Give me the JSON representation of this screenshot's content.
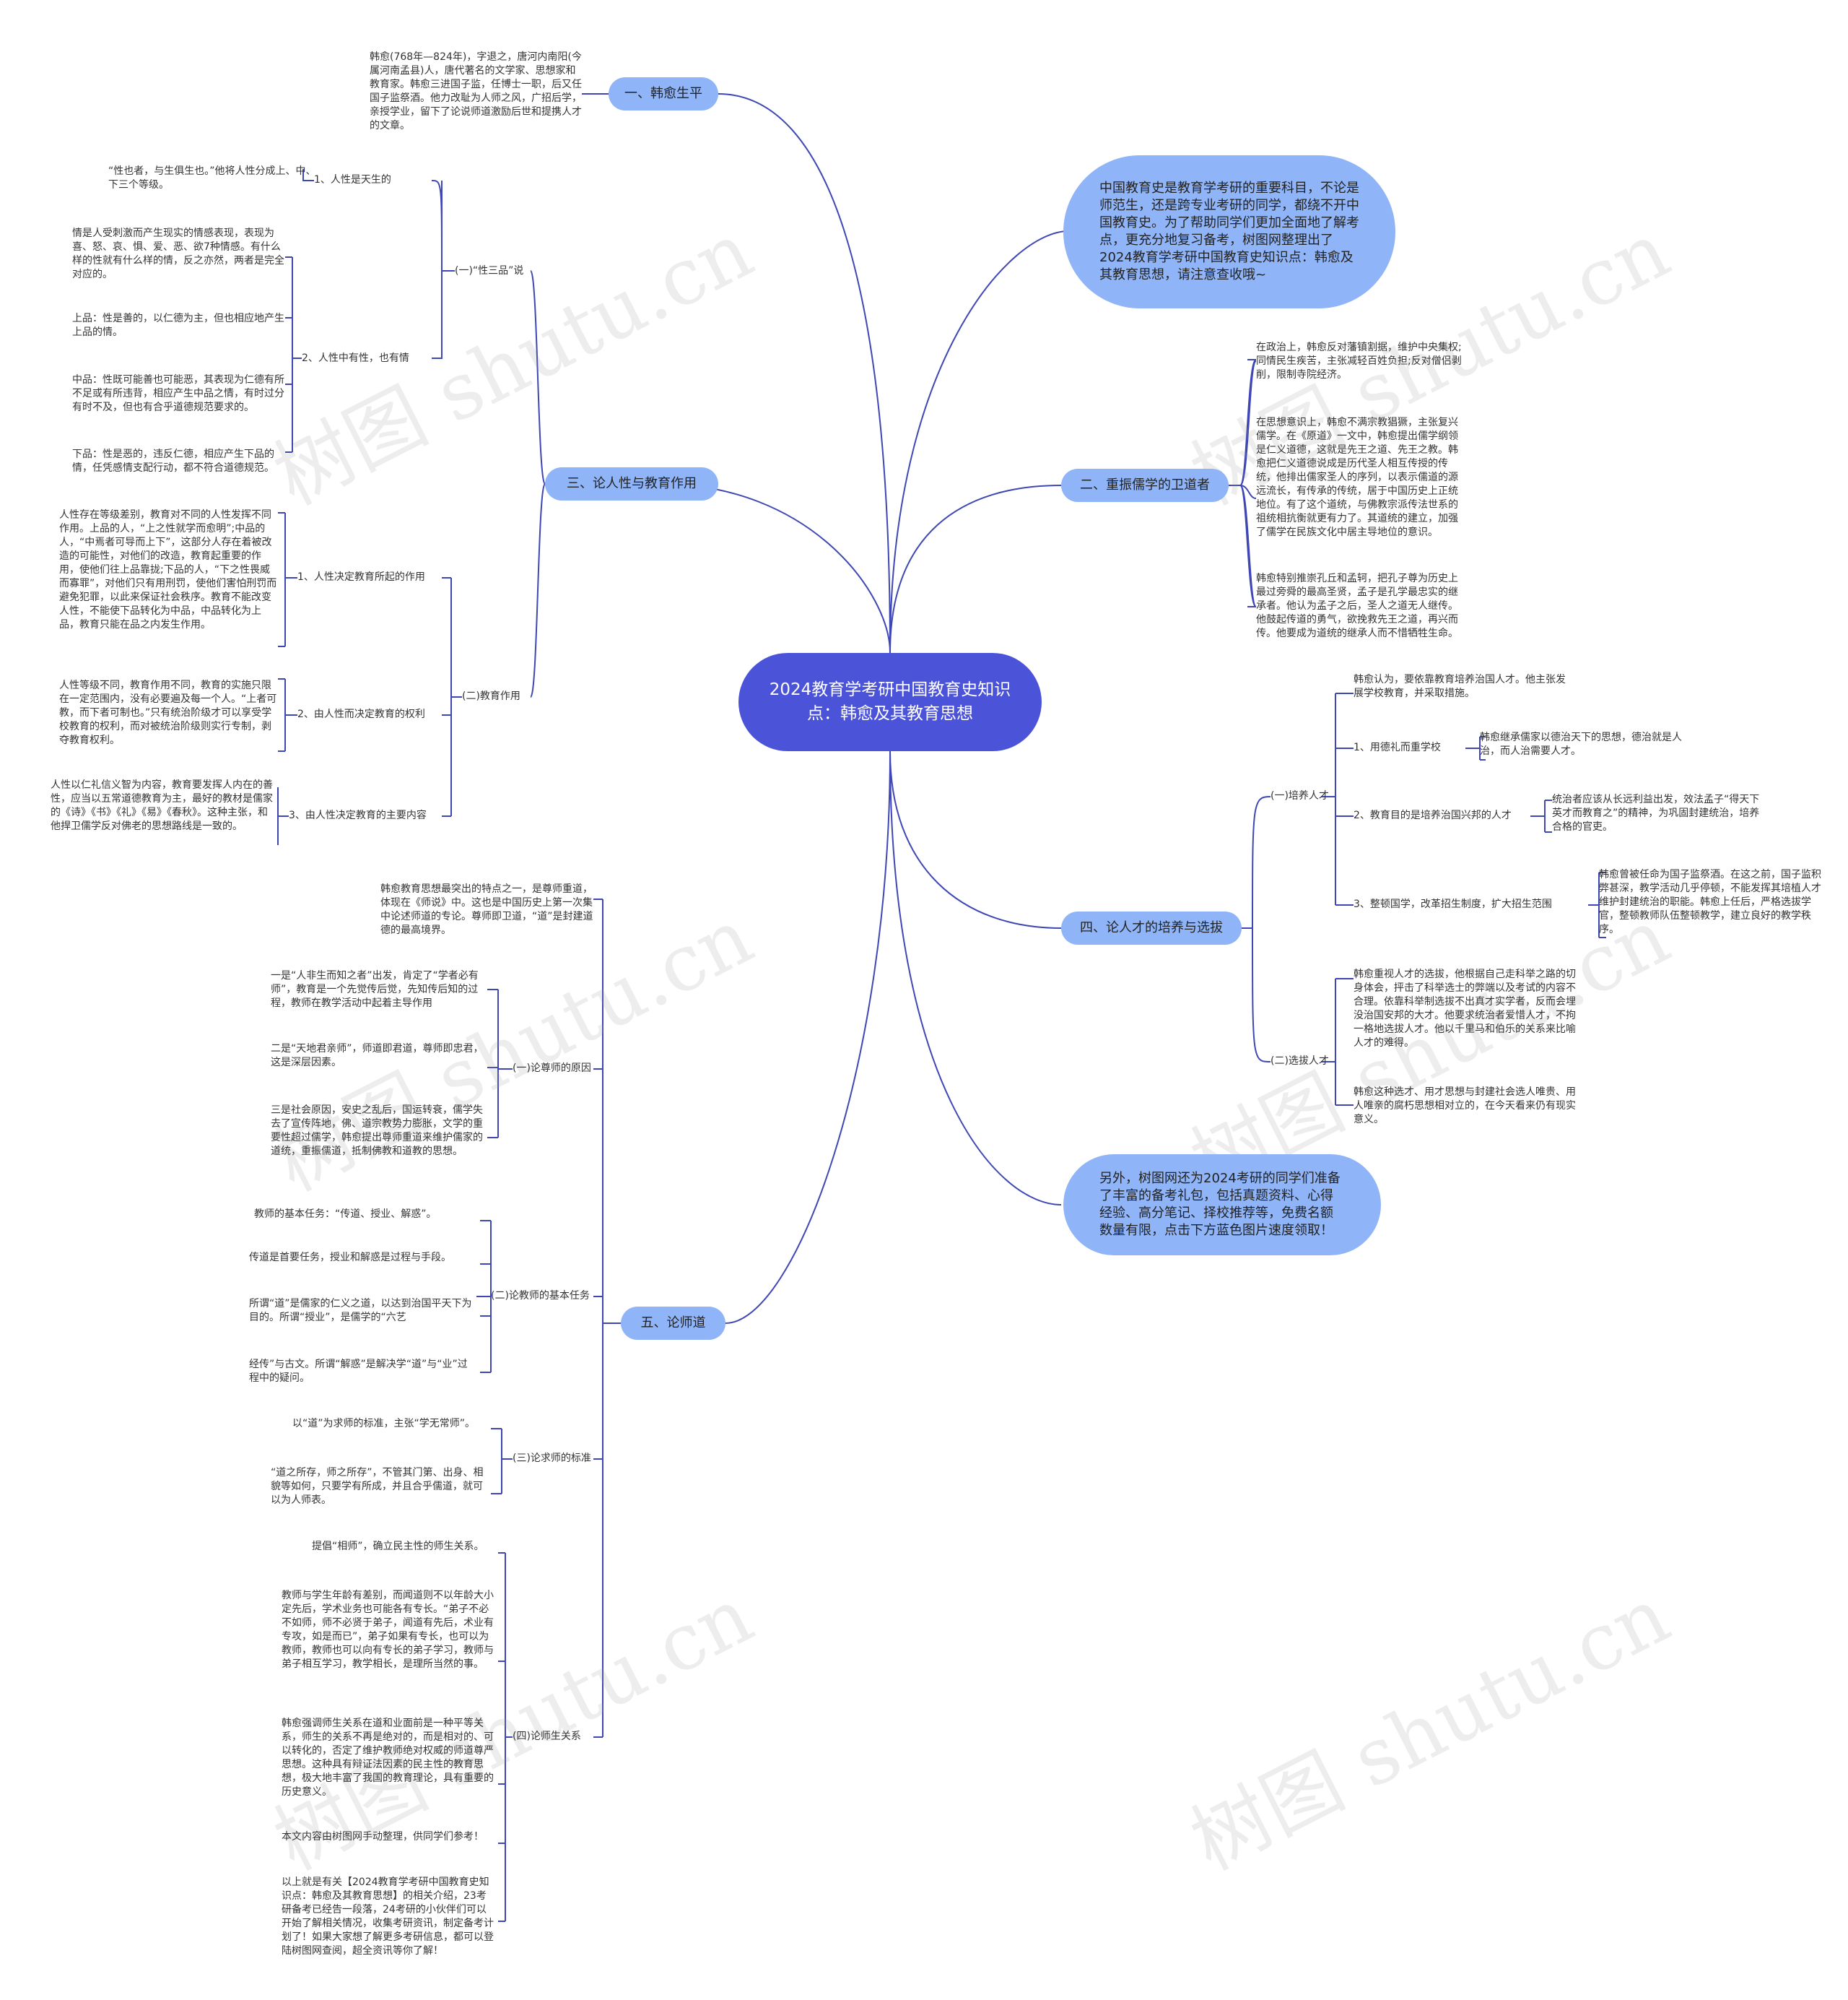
{
  "root": "2024教育学考研中国教育史知识点：韩愈及其教育思想",
  "watermark": "树图 shutu.cn",
  "colors": {
    "root": "#4b53d9",
    "branch": "#8fb4f7",
    "line": "#3f47b5",
    "text": "#333333"
  },
  "intro": "中国教育史是教育学考研的重要科目，不论是师范生，还是跨专业考研的同学，都绕不开中国教育史。为了帮助同学们更加全面地了解考点，更充分地复习备考，树图网整理出了2024教育学考研中国教育史知识点：韩愈及其教育思想，请注意查收哦~",
  "outro": "另外，树图网还为2024考研的同学们准备了丰富的备考礼包，包括真题资料、心得经验、高分笔记、择校推荐等，免费名额数量有限，点击下方蓝色图片速度领取！",
  "b1": {
    "label": "一、韩愈生平",
    "text": "韩愈(768年—824年)，字退之，唐河内南阳(今属河南孟县)人，唐代著名的文学家、思想家和教育家。韩愈三进国子监，任博士一职，后又任国子监祭酒。他力改耻为人师之风，广招后学，亲授学业，留下了论说师道激励后世和提携人才的文章。"
  },
  "b2": {
    "label": "二、重振儒学的卫道者",
    "items": [
      "在政治上，韩愈反对藩镇割据，维护中央集权;同情民生疾苦，主张减轻百姓负担;反对僧侣剥削，限制寺院经济。",
      "在思想意识上，韩愈不满宗教猖獗，主张复兴儒学。在《原道》一文中，韩愈提出儒学纲领是仁义道德，这就是先王之道、先王之教。韩愈把仁义道德说成是历代圣人相互传授的传统，他排出儒家圣人的序列，以表示儒道的源远流长，有传承的传统，居于中国历史上正统地位。有了这个道统，与佛教宗派传法世系的祖统相抗衡就更有力了。其道统的建立，加强了儒学在民族文化中居主导地位的意识。",
      "韩愈特别推崇孔丘和孟轲，把孔子尊为历史上最过旁舜的最高圣贤，孟子是孔学最忠实的继承者。他认为孟子之后，圣人之道无人继传。他鼓起传道的勇气，欲挽救先王之道，再兴而传。他要成为道统的继承人而不惜牺牲生命。"
    ]
  },
  "b3": {
    "label": "三、论人性与教育作用",
    "s1": {
      "label": "(一)“性三品”说",
      "i1": {
        "label": "1、人性是天生的",
        "text": "“性也者，与生俱生也。”他将人性分成上、中、下三个等级。"
      },
      "i2": {
        "label": "2、人性中有性，也有情",
        "texts": [
          "情是人受刺激而产生现实的情感表现，表现为喜、怒、哀、惧、爱、恶、欲7种情感。有什么样的性就有什么样的情，反之亦然，两者是完全对应的。",
          "上品：性是善的，以仁德为主，但也相应地产生上品的情。",
          "中品：性既可能善也可能恶，其表现为仁德有所不足或有所违背，相应产生中品之情，有时过分有时不及，但也有合乎道德规范要求的。",
          "下品：性是恶的，违反仁德，相应产生下品的情，任凭感情支配行动，都不符合道德规范。"
        ]
      }
    },
    "s2": {
      "label": "(二)教育作用",
      "items": [
        {
          "label": "1、人性决定教育所起的作用",
          "text": "人性存在等级差别，教育对不同的人性发挥不同作用。上品的人，“上之性就学而愈明”;中品的人，“中焉者可导而上下”，这部分人存在着被改造的可能性，对他们的改造，教育起重要的作用，使他们往上品靠拢;下品的人，“下之性畏威而寡罪”，对他们只有用刑罚，使他们害怕刑罚而避免犯罪，以此来保证社会秩序。教育不能改变人性，不能使下品转化为中品，中品转化为上品，教育只能在品之内发生作用。"
        },
        {
          "label": "2、由人性而决定教育的权利",
          "text": "人性等级不同，教育作用不同，教育的实施只限在一定范围内，没有必要遍及每一个人。“上者可教，而下者可制也。”只有统治阶级才可以享受学校教育的权利，而对被统治阶级则实行专制，剥夺教育权利。"
        },
        {
          "label": "3、由人性决定教育的主要内容",
          "text": "人性以仁礼信义智为内容，教育要发挥人内在的善性，应当以五常道德教育为主，最好的教材是儒家的《诗》《书》《礼》《易》《春秋》。这种主张，和他捍卫儒学反对佛老的思想路线是一致的。"
        }
      ]
    }
  },
  "b4": {
    "label": "四、论人才的培养与选拔",
    "s1": {
      "label": "(一)培养人才",
      "intro": "韩愈认为，要依靠教育培养治国人才。他主张发展学校教育，并采取措施。",
      "items": [
        {
          "label": "1、用德礼而重学校",
          "text": "韩愈继承儒家以德治天下的思想，德治就是人治，而人治需要人才。"
        },
        {
          "label": "2、教育目的是培养治国兴邦的人才",
          "text": "统治者应该从长远利益出发，效法孟子“得天下英才而教育之”的精神，为巩固封建统治，培养合格的官吏。"
        },
        {
          "label": "3、整顿国学，改革招生制度，扩大招生范围",
          "text": "韩愈曾被任命为国子监祭酒。在这之前，国子监积弊甚深，教学活动几乎停顿，不能发挥其培植人才维护封建统治的职能。韩愈上任后，严格选拔学官，整顿教师队伍整顿教学，建立良好的教学秩序。"
        }
      ]
    },
    "s2": {
      "label": "(二)选拔人才",
      "texts": [
        "韩愈重视人才的选拔，他根据自己走科举之路的切身体会，抨击了科举选士的弊端以及考试的内容不合理。依靠科举制选拔不出真才实学者，反而会埋没治国安邦的大才。他要求统治者爱惜人才，不拘一格地选拔人才。他以千里马和伯乐的关系来比喻人才的难得。",
        "韩愈这种选才、用才思想与封建社会选人唯贵、用人唯亲的腐朽思想相对立的，在今天看来仍有现实意义。"
      ]
    }
  },
  "b5": {
    "label": "五、论师道",
    "intro": "韩愈教育思想最突出的特点之一，是尊师重道，体现在《师说》中。这也是中国历史上第一次集中论述师道的专论。尊师即卫道，“道”是封建道德的最高境界。",
    "s1": {
      "label": "(一)论尊师的原因",
      "texts": [
        "一是“人非生而知之者”出发，肯定了“学者必有师”，教育是一个先觉传后觉，先知传后知的过程，教师在教学活动中起着主导作用",
        "二是“天地君亲师”，师道即君道，尊师即忠君，这是深层因素。",
        "三是社会原因，安史之乱后，国运转衰，儒学失去了宣传阵地，佛、道宗教势力膨胀，文学的重要性超过儒学，韩愈提出尊师重道来维护儒家的道统，重振儒道，抵制佛教和道教的思想。"
      ]
    },
    "s2": {
      "label": "(二)论教师的基本任务",
      "texts": [
        "教师的基本任务：“传道、授业、解惑”。",
        "传道是首要任务，授业和解惑是过程与手段。",
        "所谓“道”是儒家的仁义之道，以达到治国平天下为目的。所谓“授业”，是儒学的“六艺",
        "经传”与古文。所谓“解惑”是解决学“道”与“业”过程中的疑问。"
      ]
    },
    "s3": {
      "label": "(三)论求师的标准",
      "texts": [
        "以“道”为求师的标准，主张“学无常师”。",
        "“道之所存，师之所存”，不管其门第、出身、相貌等如何，只要学有所成，并且合乎儒道，就可以为人师表。"
      ]
    },
    "s4": {
      "label": "(四)论师生关系",
      "texts": [
        "提倡“相师”，确立民主性的师生关系。",
        "教师与学生年龄有差别，而闻道则不以年龄大小定先后，学术业务也可能各有专长。“弟子不必不如师，师不必贤于弟子，闻道有先后，术业有专攻，如是而已”，弟子如果有专长，也可以为教师，教师也可以向有专长的弟子学习，教师与弟子相互学习，教学相长，是理所当然的事。",
        "韩愈强调师生关系在道和业面前是一种平等关系，师生的关系不再是绝对的，而是相对的、可以转化的，否定了维护教师绝对权威的师道尊严思想。这种具有辩证法因素的民主性的教育思想，极大地丰富了我国的教育理论，具有重要的历史意义。",
        "本文内容由树图网手动整理，供同学们参考！",
        "以上就是有关【2024教育学考研中国教育史知识点：韩愈及其教育思想】的相关介绍，23考研备考已经告一段落，24考研的小伙伴们可以开始了解相关情况，收集考研资讯，制定备考计划了！如果大家想了解更多考研信息，都可以登陆树图网查阅，超全资讯等你了解！"
      ]
    }
  }
}
